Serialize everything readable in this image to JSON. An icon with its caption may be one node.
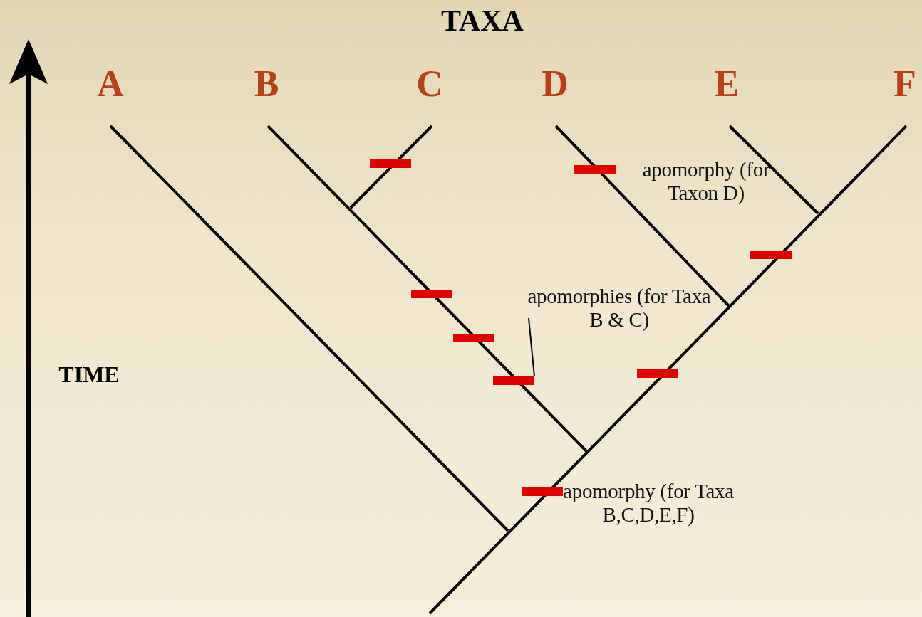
{
  "diagram": {
    "title": "TAXA",
    "nodes": [
      {
        "text": [
          "apomorphies (for Taxa B & C)"
        ]
      },
      {
        "text": [],
        "shape": "bar"
      },
      {
        "text": [],
        "shape": "bar"
      },
      {
        "text": [],
        "shape": "bar"
      },
      {
        "text": [],
        "shape": "bar"
      },
      {
        "text": [],
        "shape": "bar"
      },
      {
        "text": [],
        "shape": "bar"
      },
      {
        "text": [],
        "shape": "bar"
      },
      {
        "text": [],
        "shape": "bar"
      }
    ],
    "edges": [
      {
        "from": 0,
        "to": 6,
        "arrow": "none"
      }
    ],
    "labels": [
      "A",
      "B",
      "C",
      "D",
      "E",
      "F",
      "apomorphy (for Taxon D)",
      "TIME",
      "apomorphy (for Taxa B,C,D,E,F)"
    ]
  }
}
